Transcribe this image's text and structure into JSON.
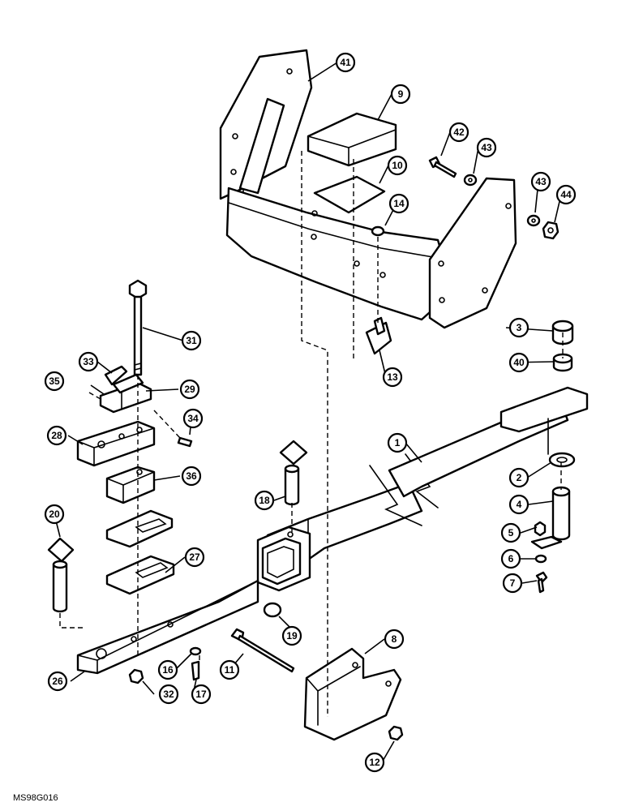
{
  "figure": {
    "reference_code": "MS98G016"
  },
  "callouts": [
    "1",
    "2",
    "3",
    "4",
    "5",
    "6",
    "7",
    "8",
    "9",
    "10",
    "11",
    "12",
    "13",
    "14",
    "16",
    "17",
    "18",
    "19",
    "20",
    "26",
    "27",
    "28",
    "29",
    "31",
    "32",
    "33",
    "34",
    "35",
    "36",
    "40",
    "41",
    "42",
    "43",
    "44"
  ]
}
